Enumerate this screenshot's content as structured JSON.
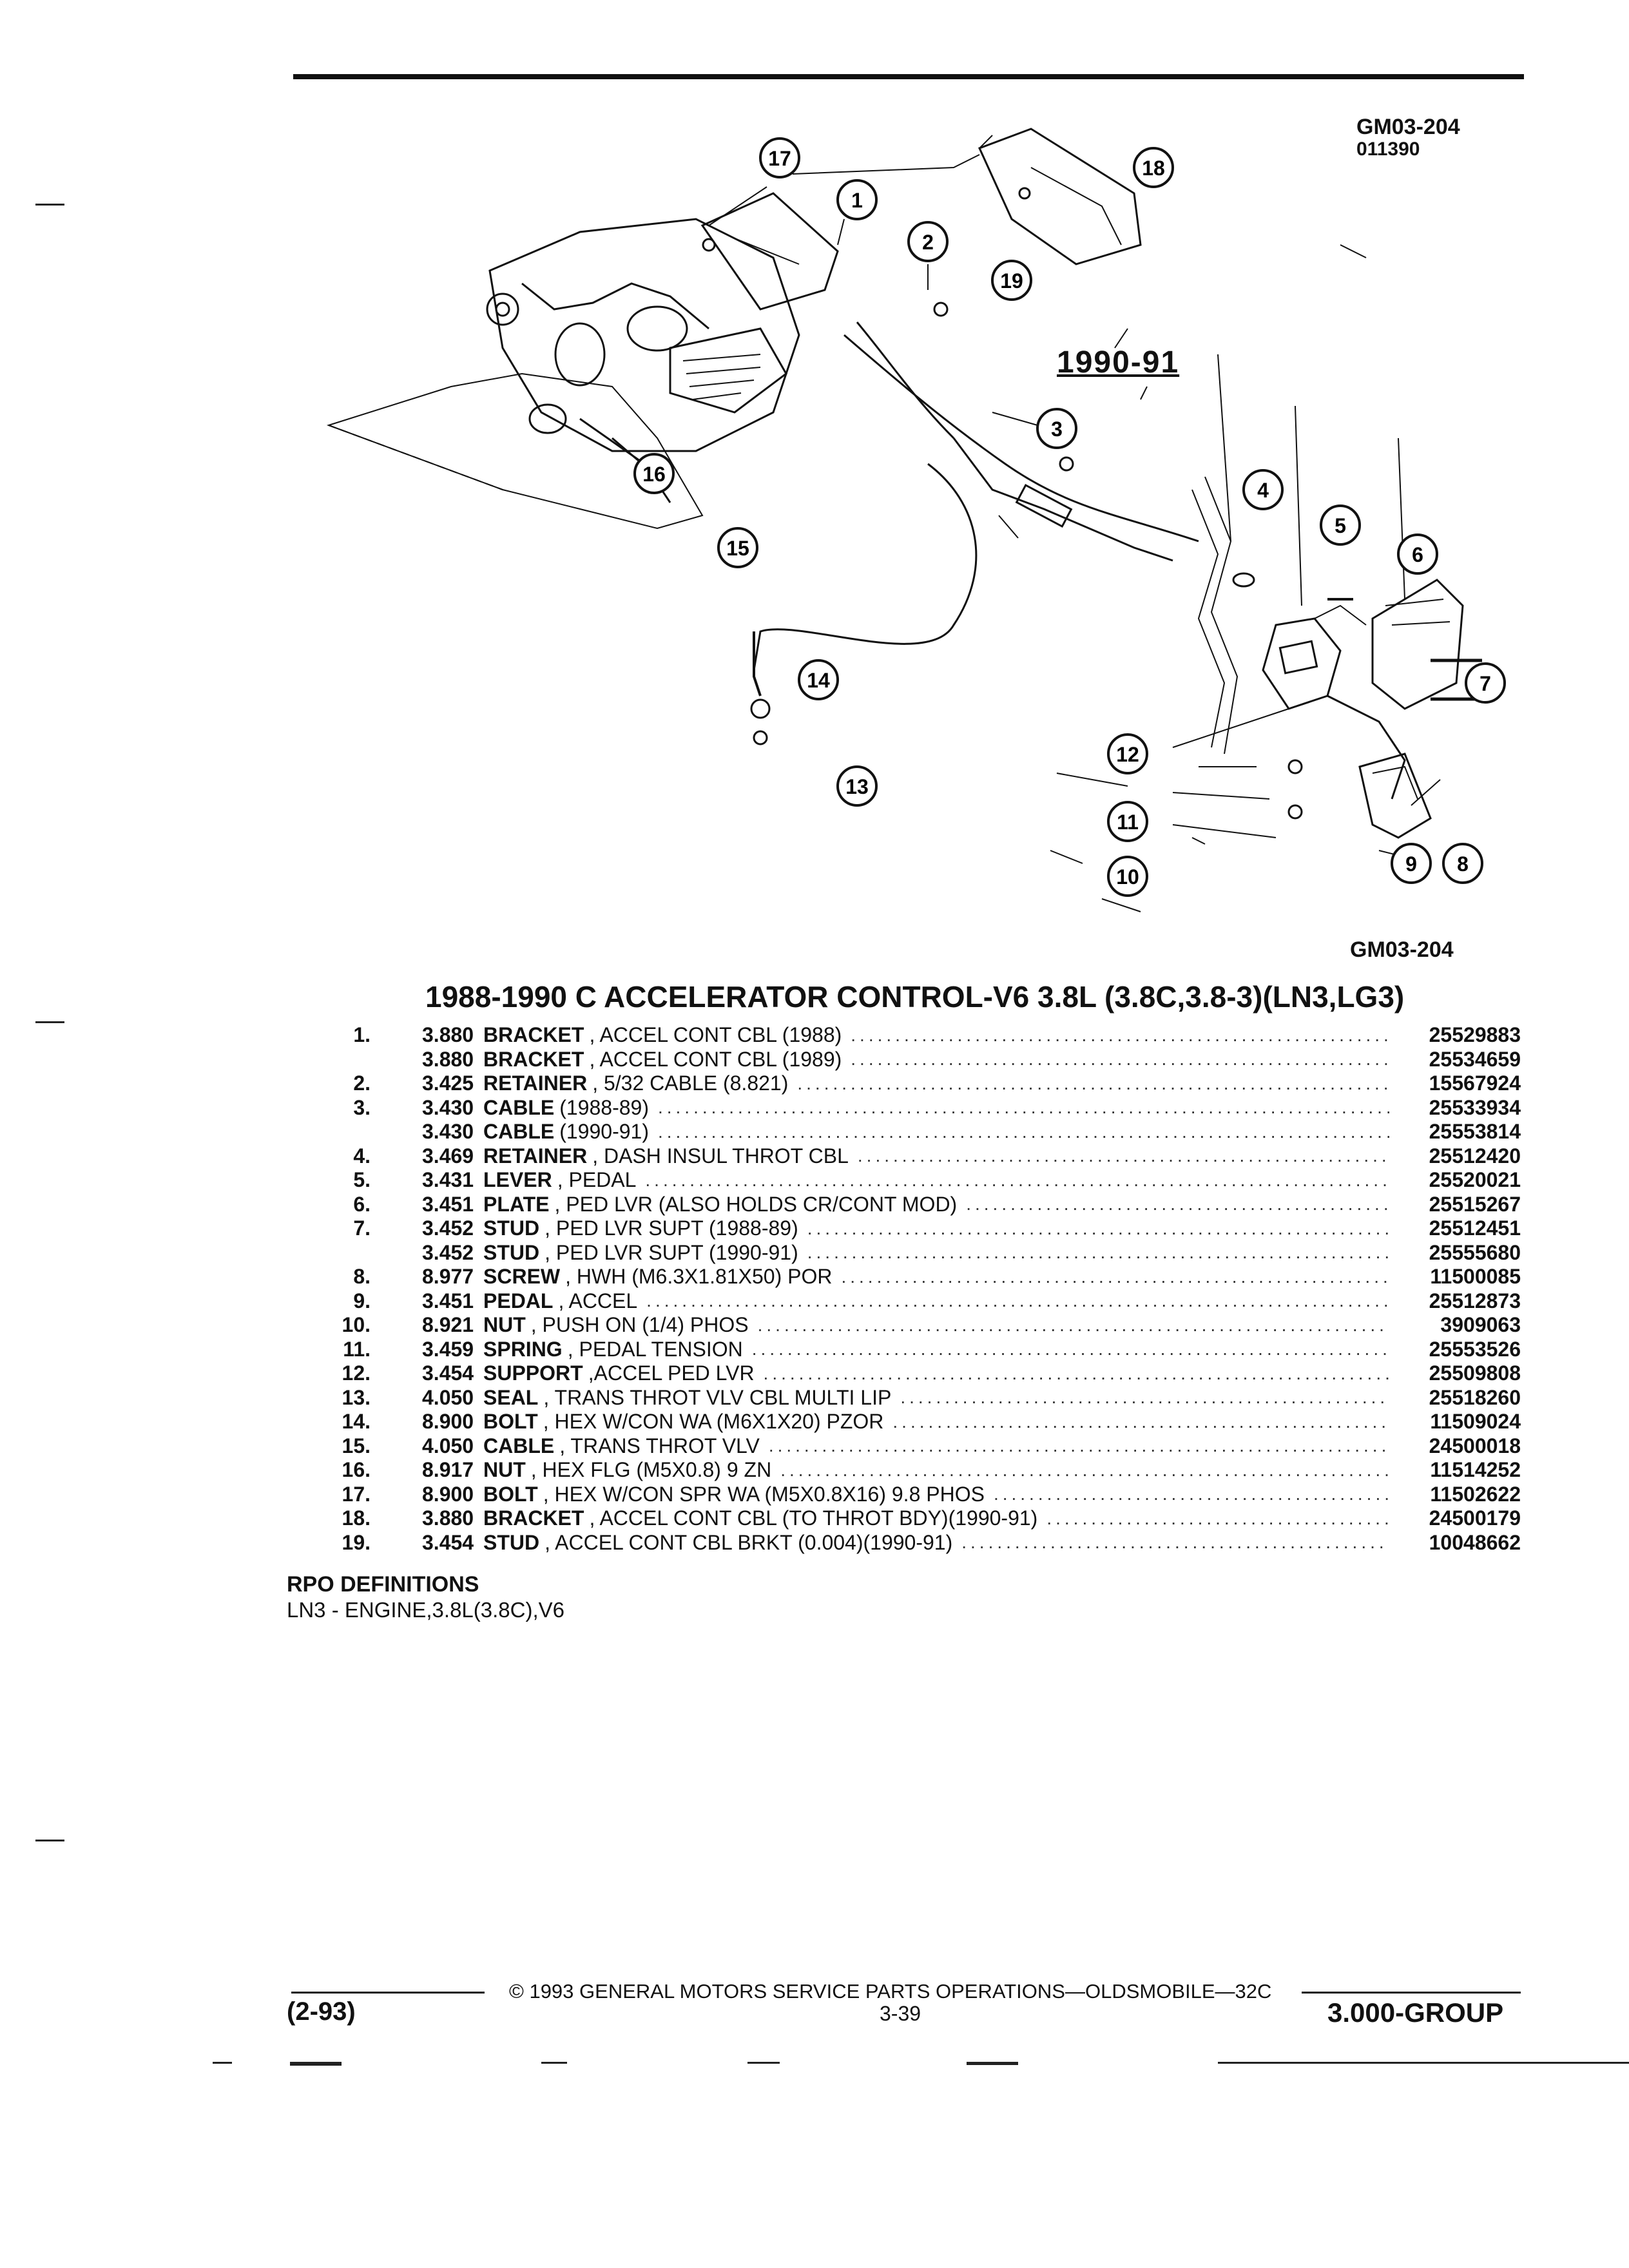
{
  "header": {
    "figure_code": "GM03-204",
    "figure_sub_code": "011390"
  },
  "diagram": {
    "year_label": "1990-91",
    "callouts": [
      "1",
      "2",
      "3",
      "4",
      "5",
      "6",
      "7",
      "8",
      "9",
      "10",
      "11",
      "12",
      "13",
      "14",
      "15",
      "16",
      "17",
      "18",
      "19"
    ],
    "figure_code_bottom": "GM03-204"
  },
  "section": {
    "title": "1988-1990 C ACCELERATOR CONTROL-V6 3.8L (3.8C,3.8-3)(LN3,LG3)"
  },
  "parts": [
    {
      "num": "1.",
      "group": "3.880",
      "name": "BRACKET",
      "detail": ", ACCEL CONT CBL (1988)",
      "pn": "25529883"
    },
    {
      "num": "",
      "group": "3.880",
      "name": "BRACKET",
      "detail": ", ACCEL CONT CBL (1989)",
      "pn": "25534659"
    },
    {
      "num": "2.",
      "group": "3.425",
      "name": "RETAINER",
      "detail": ", 5/32 CABLE (8.821)",
      "pn": "15567924"
    },
    {
      "num": "3.",
      "group": "3.430",
      "name": "CABLE",
      "detail": "(1988-89)",
      "pn": "25533934"
    },
    {
      "num": "",
      "group": "3.430",
      "name": "CABLE",
      "detail": "(1990-91)",
      "pn": "25553814"
    },
    {
      "num": "4.",
      "group": "3.469",
      "name": "RETAINER",
      "detail": ", DASH INSUL THROT CBL",
      "pn": "25512420"
    },
    {
      "num": "5.",
      "group": "3.431",
      "name": "LEVER",
      "detail": ", PEDAL",
      "pn": "25520021"
    },
    {
      "num": "6.",
      "group": "3.451",
      "name": "PLATE",
      "detail": ", PED LVR (ALSO HOLDS CR/CONT MOD)",
      "pn": "25515267"
    },
    {
      "num": "7.",
      "group": "3.452",
      "name": "STUD",
      "detail": ", PED LVR SUPT (1988-89)",
      "pn": "25512451"
    },
    {
      "num": "",
      "group": "3.452",
      "name": "STUD",
      "detail": ", PED LVR SUPT (1990-91)",
      "pn": "25555680"
    },
    {
      "num": "8.",
      "group": "8.977",
      "name": "SCREW",
      "detail": ", HWH (M6.3X1.81X50) POR",
      "pn": "11500085"
    },
    {
      "num": "9.",
      "group": "3.451",
      "name": "PEDAL",
      "detail": ", ACCEL",
      "pn": "25512873"
    },
    {
      "num": "10.",
      "group": "8.921",
      "name": "NUT",
      "detail": ", PUSH ON (1/4) PHOS",
      "pn": "3909063"
    },
    {
      "num": "11.",
      "group": "3.459",
      "name": "SPRING",
      "detail": ", PEDAL TENSION",
      "pn": "25553526"
    },
    {
      "num": "12.",
      "group": "3.454",
      "name": "SUPPORT",
      "detail": ",ACCEL PED LVR",
      "pn": "25509808"
    },
    {
      "num": "13.",
      "group": "4.050",
      "name": "SEAL",
      "detail": ", TRANS THROT VLV CBL MULTI LIP",
      "pn": "25518260"
    },
    {
      "num": "14.",
      "group": "8.900",
      "name": "BOLT",
      "detail": ", HEX W/CON WA (M6X1X20) PZOR",
      "pn": "11509024"
    },
    {
      "num": "15.",
      "group": "4.050",
      "name": "CABLE",
      "detail": ", TRANS THROT VLV",
      "pn": "24500018"
    },
    {
      "num": "16.",
      "group": "8.917",
      "name": "NUT",
      "detail": ", HEX FLG (M5X0.8) 9 ZN",
      "pn": "11514252"
    },
    {
      "num": "17.",
      "group": "8.900",
      "name": "BOLT",
      "detail": ", HEX W/CON SPR WA (M5X0.8X16) 9.8 PHOS",
      "pn": "11502622"
    },
    {
      "num": "18.",
      "group": "3.880",
      "name": "BRACKET",
      "detail": ", ACCEL CONT CBL (TO THROT BDY)(1990-91)",
      "pn": "24500179"
    },
    {
      "num": "19.",
      "group": "3.454",
      "name": "STUD",
      "detail": ", ACCEL CONT CBL BRKT (0.004)(1990-91)",
      "pn": "10048662"
    }
  ],
  "rpo": {
    "heading": "RPO DEFINITIONS",
    "line": "LN3 - ENGINE,3.8L(3.8C),V6"
  },
  "footer": {
    "copyright": "© 1993 GENERAL MOTORS SERVICE PARTS OPERATIONS—OLDSMOBILE—32C",
    "date": "(2-93)",
    "page": "3-39",
    "group": "3.000-GROUP"
  }
}
